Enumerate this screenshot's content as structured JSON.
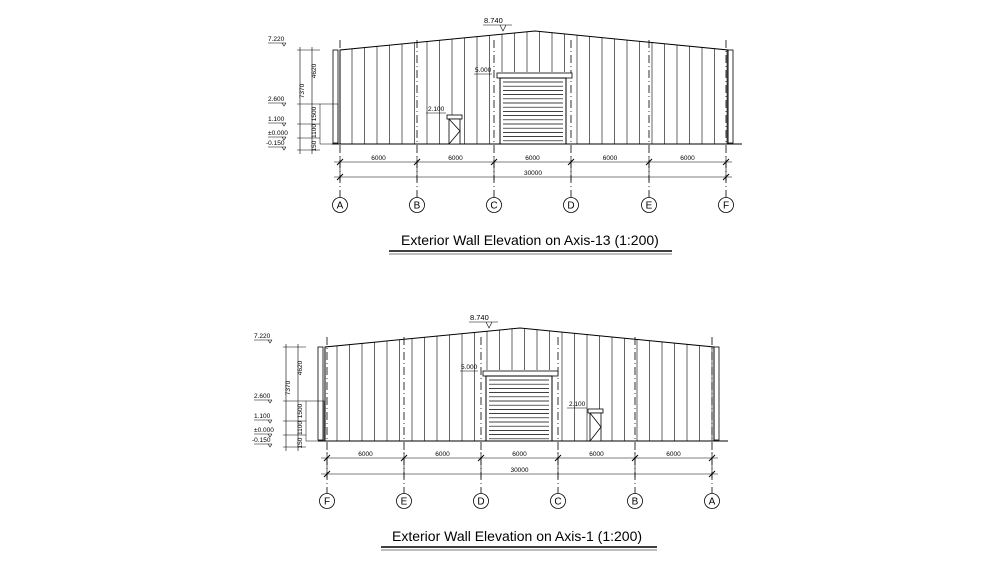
{
  "drawings": [
    {
      "title": "Exterior Wall Elevation on Axis-13 (1:200)",
      "axes": [
        "A",
        "B",
        "C",
        "D",
        "E",
        "F"
      ],
      "bay_dims": [
        "6000",
        "6000",
        "6000",
        "6000",
        "6000"
      ],
      "total_dim": "30000",
      "ridge_elev": "8.740",
      "door_top_elev": "5.000",
      "window_top_elev": "2.100",
      "left_elevs": [
        "7.220",
        "2.600",
        "1.100",
        "±0.000",
        "-0.150"
      ],
      "vertical_dims": [
        "4620",
        "7370",
        "1500",
        "1100",
        "150"
      ]
    },
    {
      "title": "Exterior Wall Elevation on Axis-1 (1:200)",
      "axes": [
        "F",
        "E",
        "D",
        "C",
        "B",
        "A"
      ],
      "bay_dims": [
        "6000",
        "6000",
        "6000",
        "6000",
        "6000"
      ],
      "total_dim": "30000",
      "ridge_elev": "8.740",
      "door_top_elev": "5.000",
      "window_top_elev": "2.100",
      "left_elevs": [
        "7.220",
        "2.600",
        "1.100",
        "±0.000",
        "-0.150"
      ],
      "vertical_dims": [
        "4620",
        "7370",
        "1500",
        "1100",
        "150"
      ]
    }
  ]
}
